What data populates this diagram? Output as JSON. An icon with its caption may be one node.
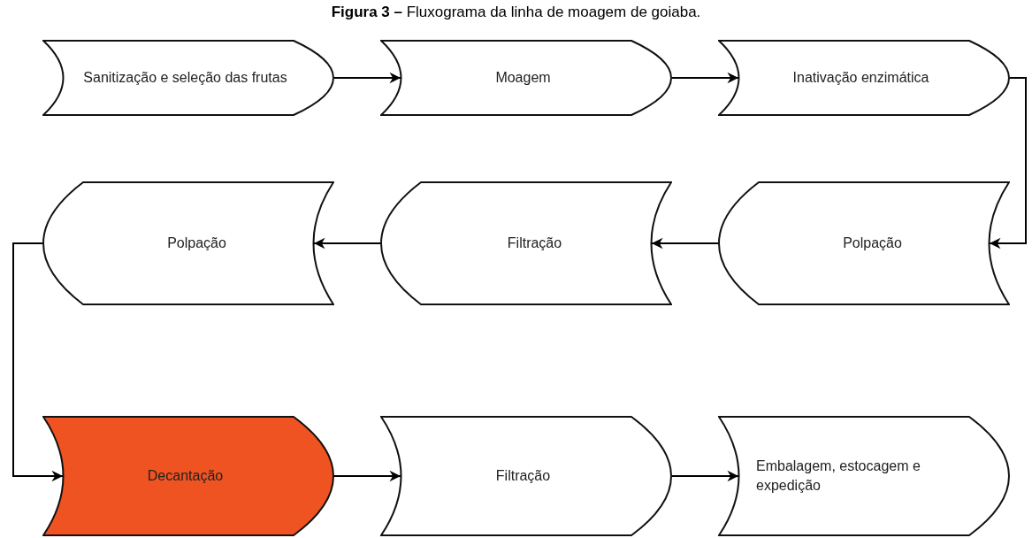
{
  "diagram": {
    "title": "**Figura 3 –** Fluxograma da linha de moagem de goiaba.",
    "nodes": [
      {
        "text": [
          "Sanitização e seleção das frutas"
        ]
      },
      {
        "text": [
          "Moagem"
        ]
      },
      {
        "text": [
          "Inativação enzimática"
        ]
      },
      {
        "text": [
          "Polpação"
        ]
      },
      {
        "text": [
          "Filtração"
        ]
      },
      {
        "text": [
          "Polpação"
        ]
      },
      {
        "text": [
          "Decantação"
        ]
      },
      {
        "text": [
          "Filtração"
        ]
      },
      {
        "text": [
          "Embalagem, estocagem e expedição"
        ]
      }
    ],
    "edges": [
      {
        "from": 0,
        "to": 1,
        "arrow": "to"
      },
      {
        "from": 1,
        "to": 2,
        "arrow": "to"
      },
      {
        "from": 2,
        "to": 5,
        "arrow": "to"
      },
      {
        "from": 5,
        "to": 4,
        "arrow": "to"
      },
      {
        "from": 4,
        "to": 3,
        "arrow": "to"
      },
      {
        "from": 3,
        "to": 6,
        "arrow": "to"
      },
      {
        "from": 6,
        "to": 7,
        "arrow": "to"
      },
      {
        "from": 7,
        "to": 8,
        "arrow": "to"
      }
    ]
  }
}
